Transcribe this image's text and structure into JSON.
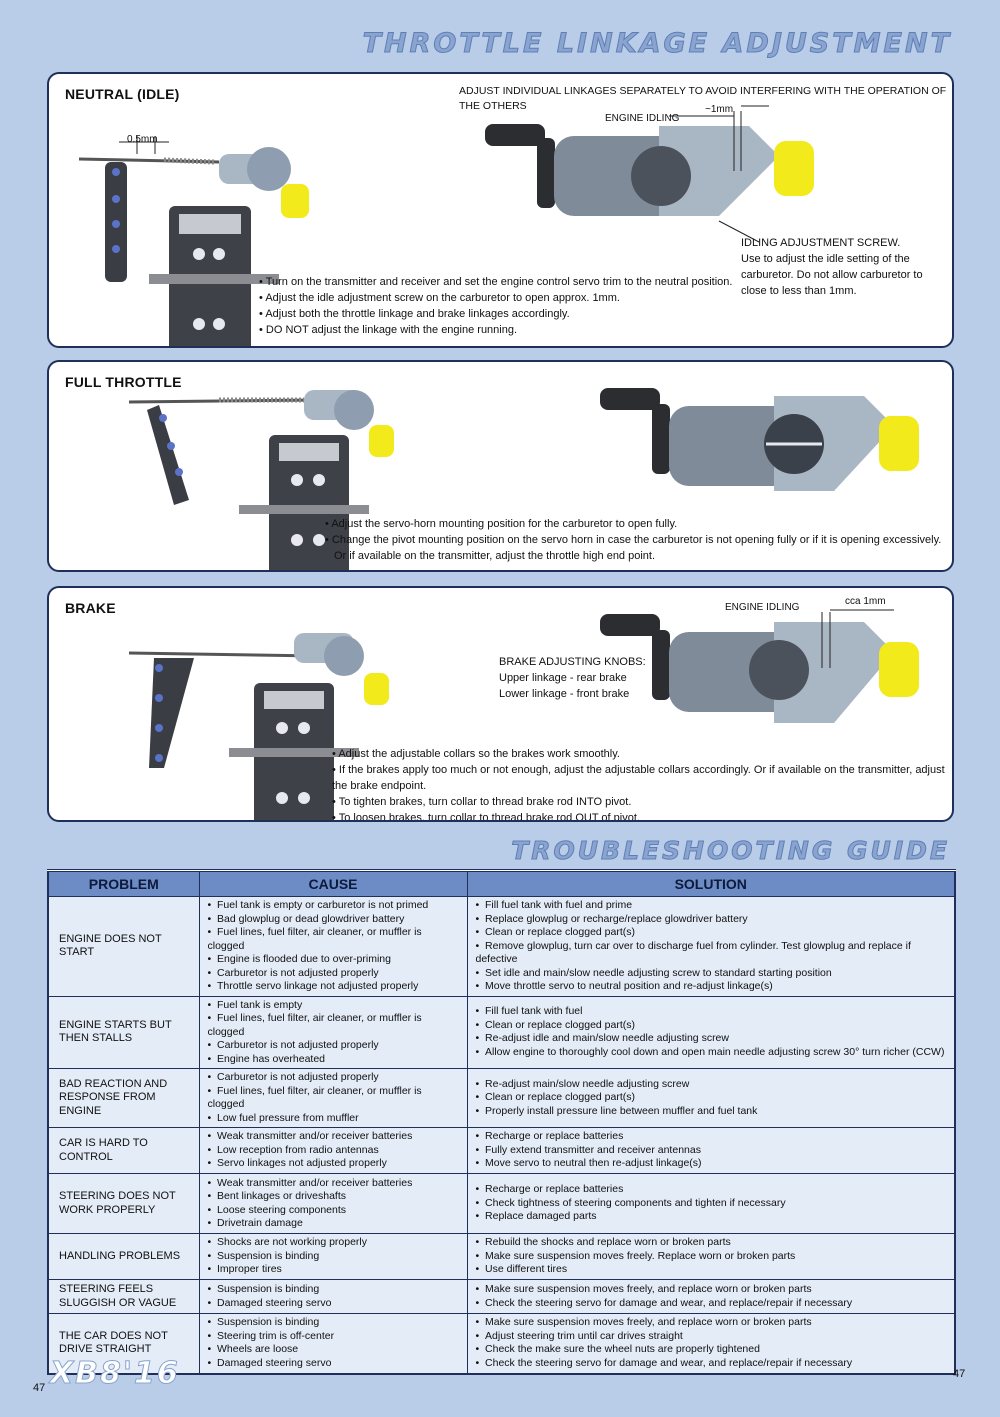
{
  "page_title": "THROTTLE LINKAGE ADJUSTMENT",
  "neutral": {
    "title": "NEUTRAL (IDLE)",
    "note_top": "ADJUST INDIVIDUAL LINKAGES SEPARATELY TO AVOID INTERFERING WITH THE OPERATION OF THE OTHERS",
    "dim_left": "0.5mm",
    "engine_idling": "ENGINE IDLING",
    "dim_right": "~1mm",
    "screw_title": "IDLING ADJUSTMENT SCREW.",
    "screw_lines": [
      "Use to adjust the idle setting of the",
      "carburetor. Do not allow carburetor to",
      "close to less than 1mm."
    ],
    "bullets": [
      "Turn on the transmitter and receiver and set the engine control servo trim to the neutral position.",
      "Adjust the idle adjustment screw on the carburetor to open approx. 1mm.",
      "Adjust both the throttle linkage and brake linkages accordingly.",
      "DO NOT adjust the linkage with the engine running."
    ]
  },
  "full": {
    "title": "FULL THROTTLE",
    "bullets": [
      "Adjust the servo-horn mounting position for the carburetor to open fully.",
      "Change the pivot mounting position on the servo horn in case the carburetor is not opening fully or if it is opening excessively."
    ],
    "bullet_cont": "Or if available on the transmitter, adjust the throttle high end point."
  },
  "brake": {
    "title": "BRAKE",
    "engine_idling": "ENGINE IDLING",
    "dim": "cca 1mm",
    "knobs_title": "BRAKE ADJUSTING KNOBS:",
    "knobs_lines": [
      "Upper linkage - rear brake",
      "Lower linkage - front brake"
    ],
    "bullets": [
      "Adjust the adjustable collars so the brakes work smoothly.",
      "If the brakes apply too much or not enough, adjust the adjustable collars accordingly. Or if available on the transmitter, adjust the brake endpoint.",
      "To tighten brakes, turn collar to thread brake rod INTO pivot.",
      "To loosen brakes, turn collar to thread brake rod OUT of pivot."
    ]
  },
  "troubleshooting": {
    "title": "TROUBLESHOOTING GUIDE",
    "headers": [
      "PROBLEM",
      "CAUSE",
      "SOLUTION"
    ],
    "rows": [
      {
        "problem": "ENGINE DOES NOT START",
        "causes": [
          "Fuel tank is empty or carburetor is not primed",
          "Bad glowplug or dead glowdriver battery",
          "Fuel lines, fuel filter, air cleaner, or muffler is clogged",
          "Engine is flooded due to over-priming",
          "Carburetor is not adjusted properly",
          "Throttle servo linkage not adjusted properly"
        ],
        "solutions": [
          "Fill fuel tank with fuel and prime",
          "Replace glowplug or recharge/replace glowdriver battery",
          "Clean or replace clogged part(s)",
          "Remove glowplug, turn car over to discharge fuel from cylinder. Test glowplug and replace if defective",
          "Set idle and main/slow needle adjusting screw to standard starting position",
          "Move throttle servo to neutral position and re-adjust linkage(s)"
        ]
      },
      {
        "problem": "ENGINE STARTS BUT THEN STALLS",
        "causes": [
          "Fuel tank is empty",
          "Fuel lines, fuel filter, air cleaner, or muffler is clogged",
          "Carburetor is not adjusted properly",
          "Engine has overheated"
        ],
        "solutions": [
          "Fill fuel tank with fuel",
          "Clean or replace clogged part(s)",
          "Re-adjust idle and main/slow needle adjusting screw",
          "Allow engine to thoroughly cool down and open main needle adjusting screw 30° turn richer (CCW)"
        ]
      },
      {
        "problem": "BAD REACTION AND RESPONSE FROM ENGINE",
        "causes": [
          "Carburetor is not adjusted properly",
          "Fuel lines, fuel filter, air cleaner, or muffler is clogged",
          "Low fuel pressure from muffler"
        ],
        "solutions": [
          "Re-adjust main/slow needle adjusting screw",
          "Clean or replace clogged part(s)",
          "Properly install pressure line between muffler and fuel tank"
        ]
      },
      {
        "problem": "CAR IS HARD TO CONTROL",
        "causes": [
          "Weak transmitter and/or receiver batteries",
          "Low reception from radio antennas",
          "Servo linkages not adjusted properly"
        ],
        "solutions": [
          "Recharge or replace batteries",
          "Fully extend transmitter and receiver antennas",
          "Move servo to neutral then re-adjust linkage(s)"
        ]
      },
      {
        "problem": "STEERING DOES NOT WORK PROPERLY",
        "causes": [
          "Weak transmitter and/or receiver batteries",
          "Bent linkages or driveshafts",
          "Loose steering components",
          "Drivetrain damage"
        ],
        "solutions": [
          "Recharge or replace batteries",
          "Check tightness of steering components and tighten if necessary",
          "Replace damaged parts"
        ]
      },
      {
        "problem": "HANDLING PROBLEMS",
        "causes": [
          "Shocks are not working properly",
          "Suspension is binding",
          "Improper tires"
        ],
        "solutions": [
          "Rebuild the shocks and replace worn or broken parts",
          "Make sure suspension moves freely. Replace worn or broken parts",
          "Use different tires"
        ]
      },
      {
        "problem": "STEERING FEELS SLUGGISH OR VAGUE",
        "causes": [
          "Suspension is binding",
          "Damaged steering servo"
        ],
        "solutions": [
          "Make sure suspension moves freely, and replace worn or broken parts",
          "Check the steering servo for damage and wear, and replace/repair if necessary"
        ]
      },
      {
        "problem": "THE CAR DOES NOT DRIVE STRAIGHT",
        "causes": [
          "Suspension is binding",
          "Steering trim is off-center",
          "Wheels are loose",
          "Damaged steering servo"
        ],
        "solutions": [
          "Make sure suspension moves freely, and replace worn or broken parts",
          "Adjust steering trim until car drives straight",
          "Check the make sure the wheel nuts are properly tightened",
          "Check the steering servo for damage and wear, and replace/repair if necessary"
        ]
      }
    ]
  },
  "footer": {
    "logo": "XB8'16",
    "page_left": "47",
    "page_right": "47"
  },
  "colors": {
    "background": "#b9cde9",
    "panel_border": "#1f2f5a",
    "header_fill": "#6d8cc5",
    "carb_gray": "#a9b6c3",
    "throttle_yellow": "#f2ea1a"
  }
}
